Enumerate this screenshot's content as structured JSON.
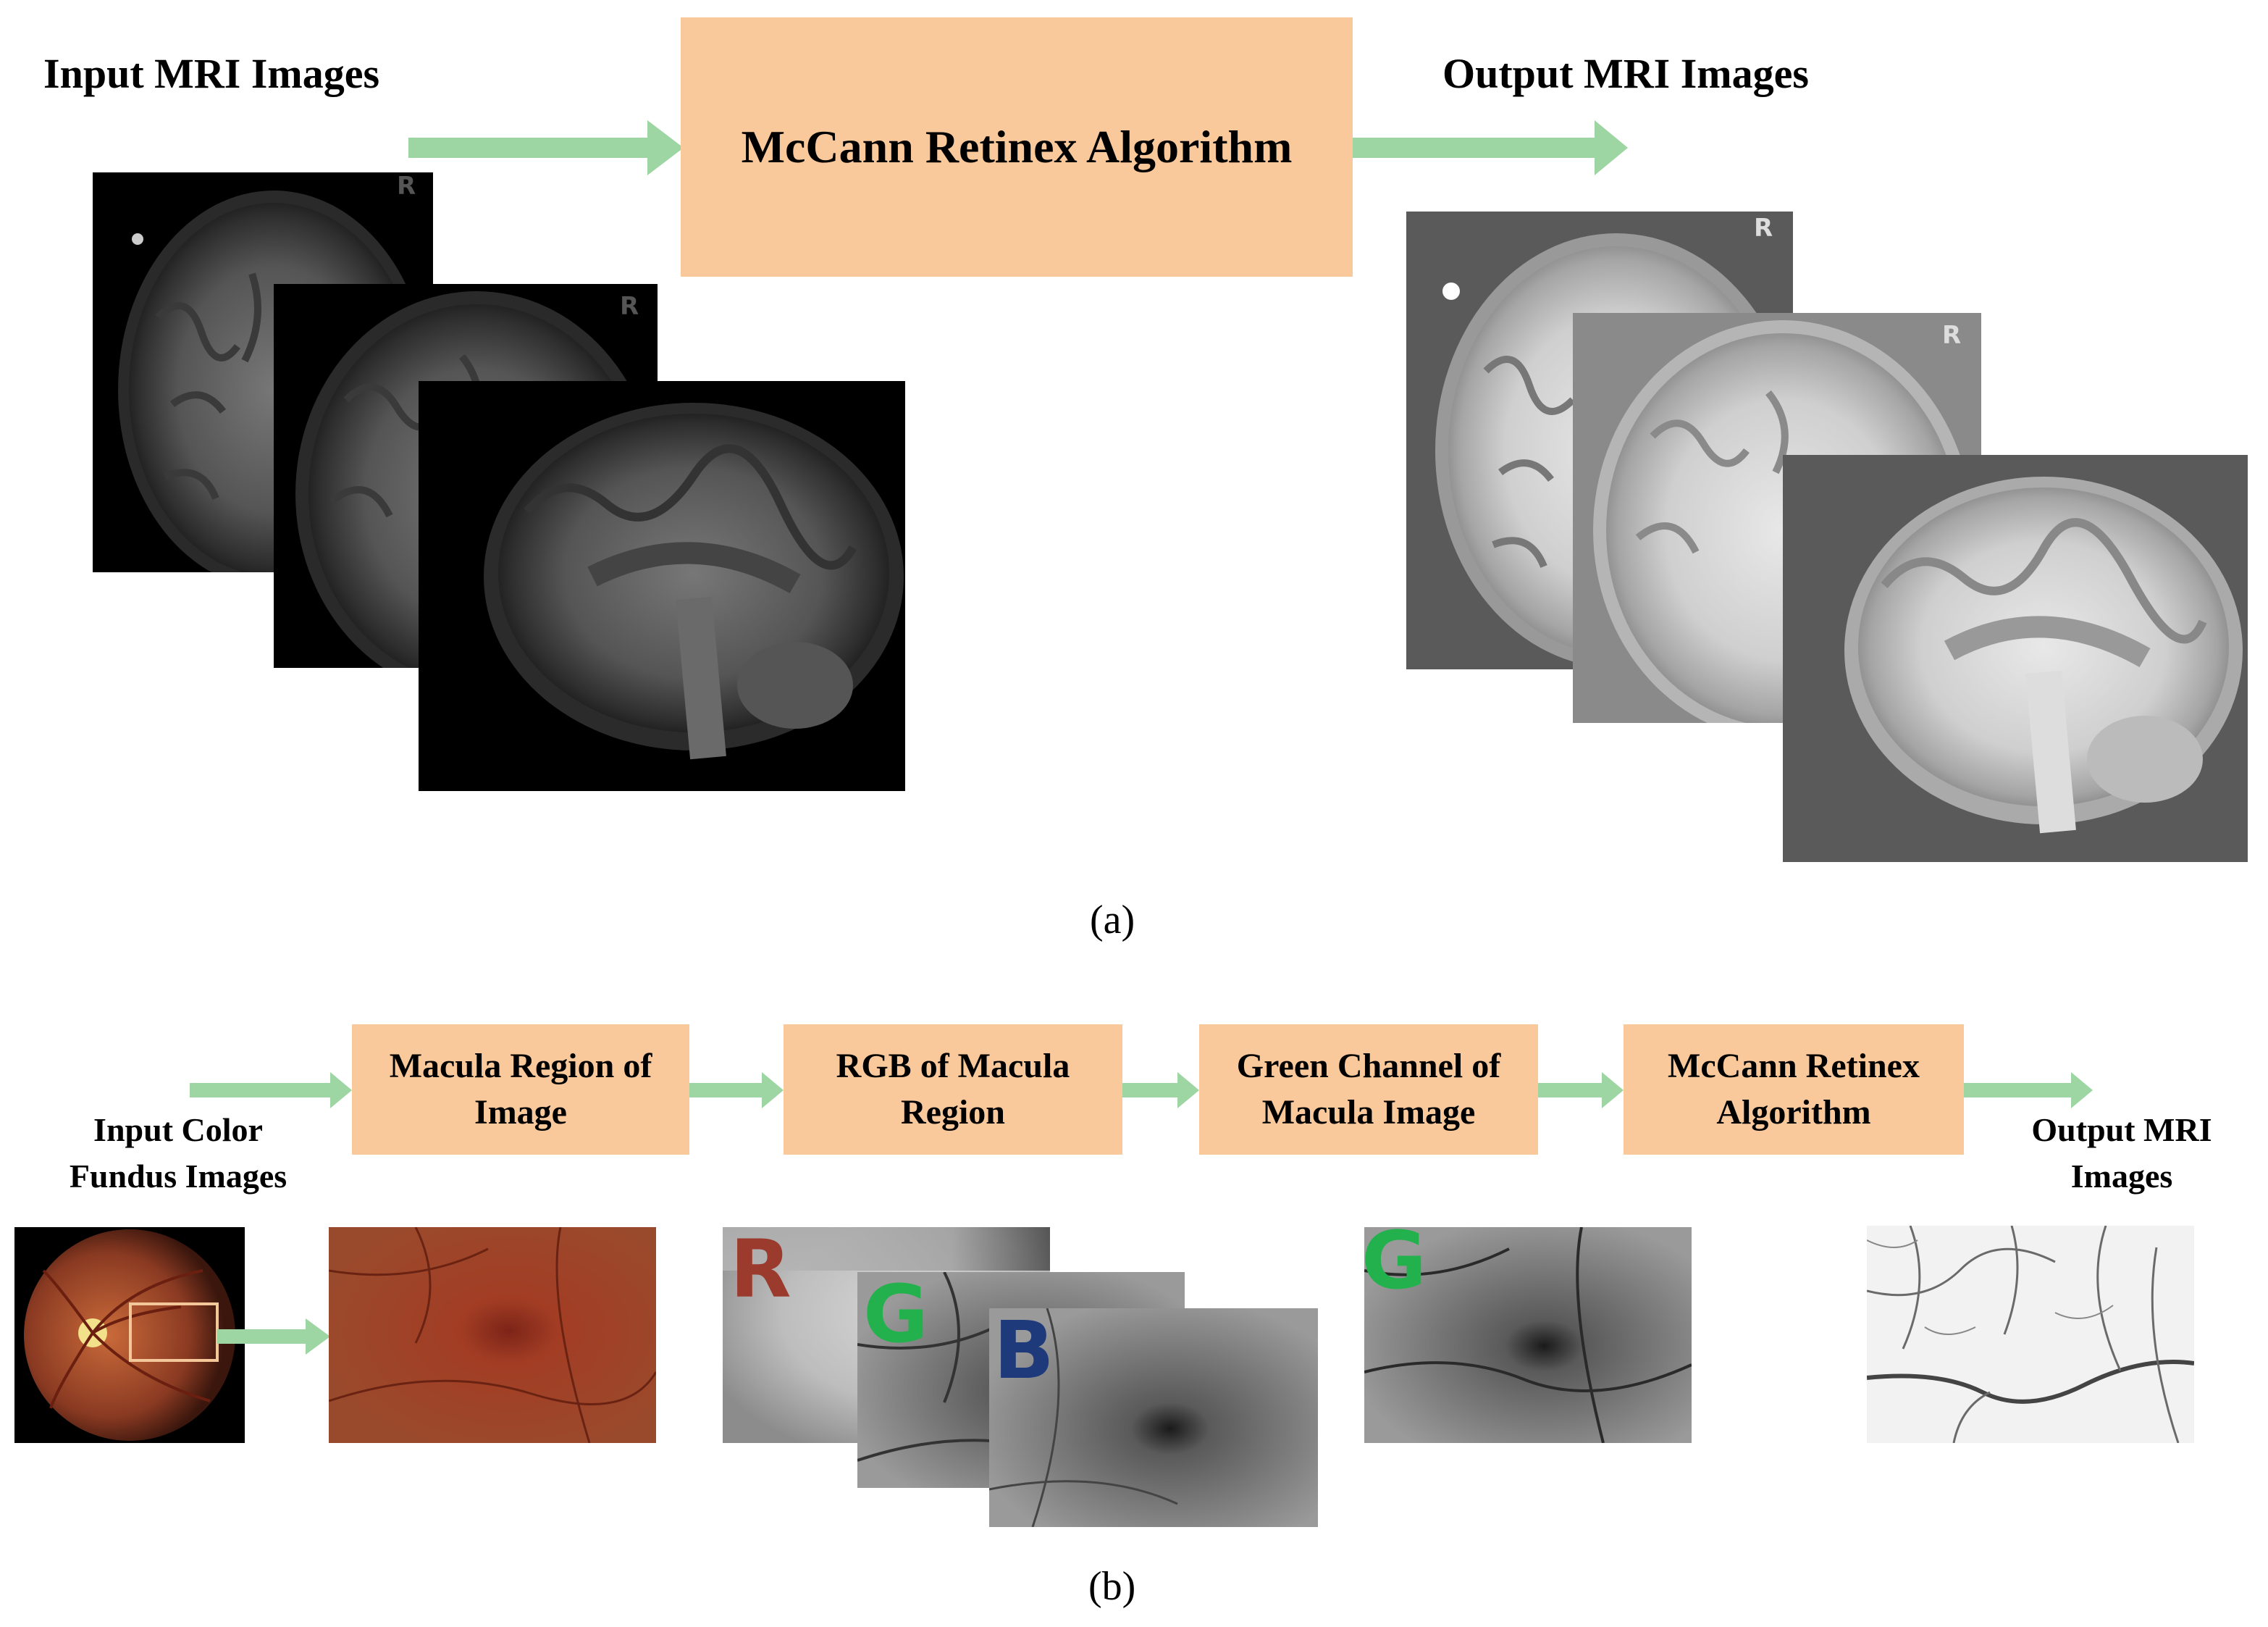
{
  "panel_a": {
    "input_label": "Input MRI Images",
    "algorithm_label": "McCann Retinex Algorithm",
    "output_label": "Output MRI Images",
    "caption": "(a)",
    "slice_marker": "R"
  },
  "panel_b": {
    "input_label_line1": "Input Color",
    "input_label_line2": "Fundus Images",
    "steps": [
      {
        "line1": "Macula Region of",
        "line2": "Image"
      },
      {
        "line1": "RGB of Macula",
        "line2": "Region"
      },
      {
        "line1": "Green Channel of",
        "line2": "Macula Image"
      },
      {
        "line1": "McCann Retinex",
        "line2": "Algorithm"
      }
    ],
    "output_label_line1": "Output MRI",
    "output_label_line2": "Images",
    "channels": {
      "r": "R",
      "g": "G",
      "b": "B"
    },
    "caption": "(b)"
  },
  "colors": {
    "arrow": "#9dd5a3",
    "box": "#f9c89b",
    "channel_r": "#9a3b2e",
    "channel_g": "#22b14c",
    "channel_b": "#1f3a7a"
  }
}
